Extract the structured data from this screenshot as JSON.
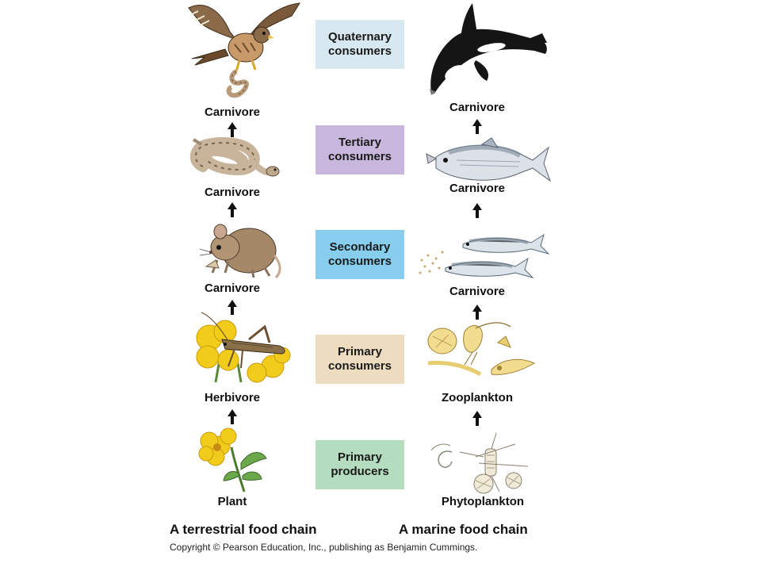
{
  "colors": {
    "quaternary": "#d8e8f0",
    "tertiary": "#c8b6dc",
    "secondary": "#86cdee",
    "primary_consumers": "#eddcc0",
    "producers": "#b4dcbe"
  },
  "levels": [
    {
      "id": "quaternary",
      "label": "Quaternary\nconsumers"
    },
    {
      "id": "tertiary",
      "label": "Tertiary\nconsumers"
    },
    {
      "id": "secondary",
      "label": "Secondary\nconsumers"
    },
    {
      "id": "primary",
      "label": "Primary\nconsumers"
    },
    {
      "id": "producers",
      "label": "Primary\nproducers"
    }
  ],
  "terrestrial": {
    "title": "A terrestrial food chain",
    "labels": [
      "Carnivore",
      "Carnivore",
      "Carnivore",
      "Herbivore",
      "Plant"
    ],
    "icons": [
      "hawk-icon",
      "snake-icon",
      "mouse-icon",
      "grasshopper-icon",
      "plant-icon"
    ]
  },
  "marine": {
    "title": "A marine food chain",
    "labels": [
      "Carnivore",
      "Carnivore",
      "Carnivore",
      "Zooplankton",
      "Phytoplankton"
    ],
    "icons": [
      "orca-icon",
      "tuna-icon",
      "herring-icon",
      "zooplankton-icon",
      "phytoplankton-icon"
    ]
  },
  "copyright": "Copyright © Pearson Education, Inc., publishing as Benjamin Cummings."
}
